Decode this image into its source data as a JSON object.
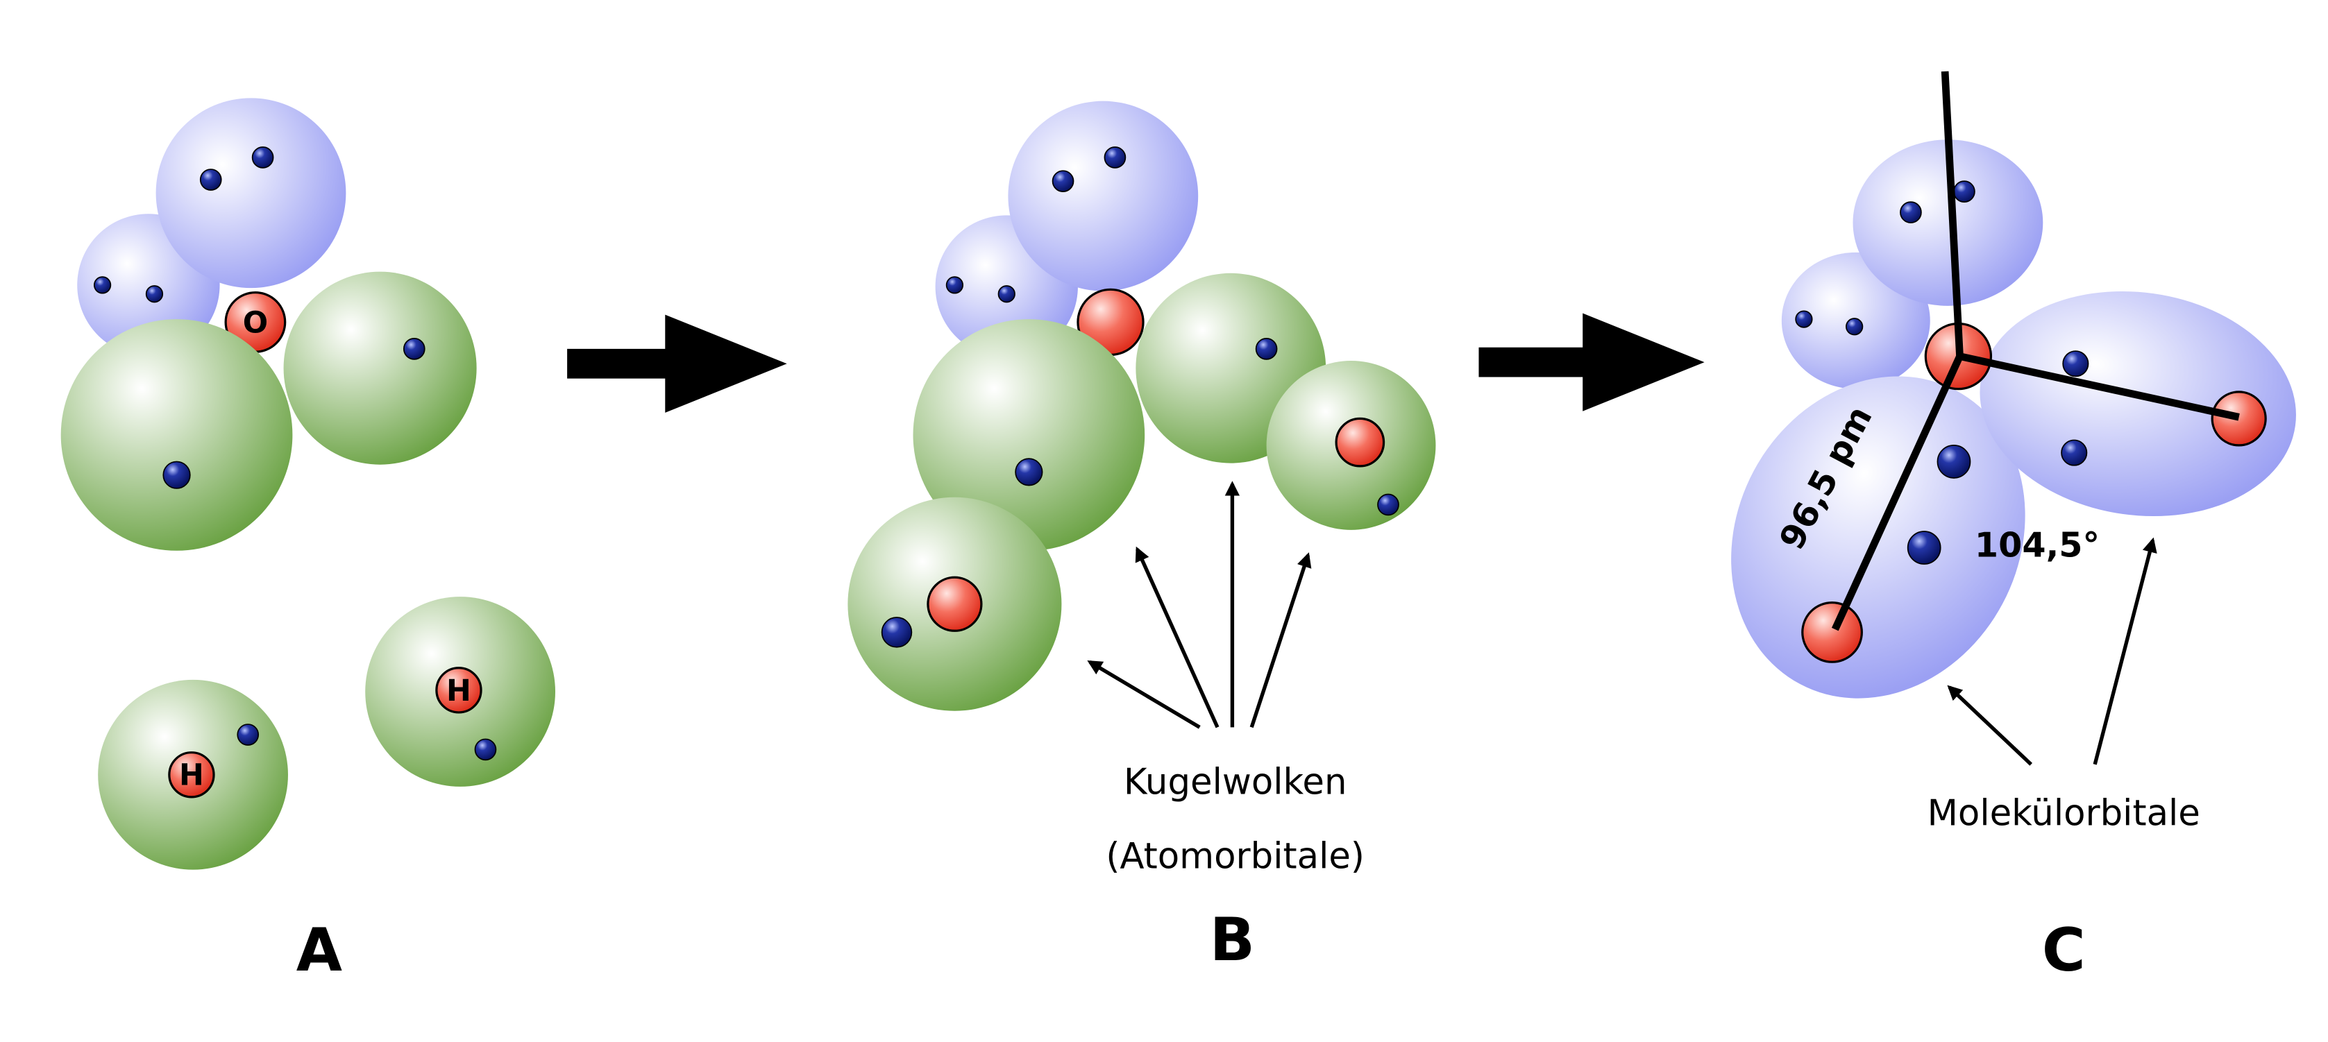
{
  "panels": {
    "a": {
      "label": "A",
      "oxygen": "O",
      "hydrogen1": "H",
      "hydrogen2": "H"
    },
    "b": {
      "label": "B",
      "caption_line1": "Kugelwolken",
      "caption_line2": "(Atomorbitale)"
    },
    "c": {
      "label": "C",
      "bond_length": "96,5 pm",
      "bond_angle": "104,5°",
      "caption": "Molekülorbitale"
    }
  },
  "colors": {
    "orbital_blue": "#9ea3f4",
    "orbital_green": "#6da447",
    "nucleus_red": "#ec3b2b",
    "electron": "#0b1a78"
  }
}
